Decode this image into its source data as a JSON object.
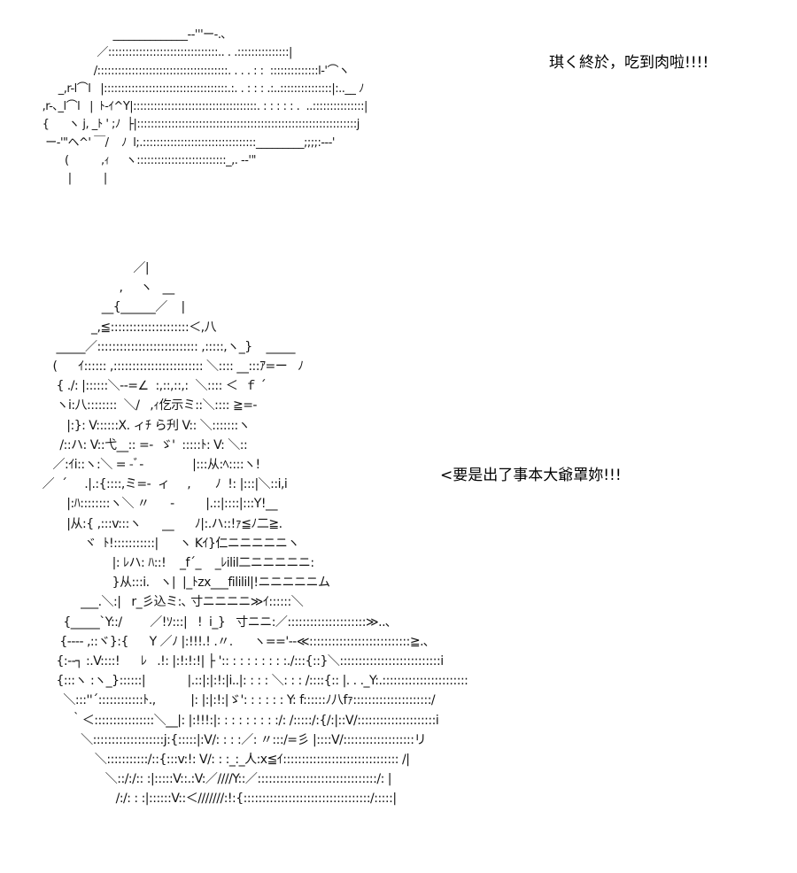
{
  "top_art": {
    "lines": [
      "                       ______________--'''ー-.､",
      "                  ／::::::::::::::::::::::::::::::::.. . .:::::::::::::::|  ",
      "                 /::::::::::::::::::::::::::::::::::::::. . . . : :  ::::::::::::::l-'⌒ヽ",
      "      _,r-l⌒l   |::::::::::::::::::::::::::::::::::::.:. . : : : .:..:::::::::::::::|:..__ ﾉ",
      " ,r-､_l⌒l   |  ﾄ-ｲ^Y|::::::::::::::::::::::::::::::::::::. : : : : : .  ..:::::::::::::::|",
      " {      ヽ j, _ﾄ ' ;ﾉ  ├|::::::::::::::::::::::::::::::::::::::::::::::::::::::::::::::::j",
      "  ー-'\"ヘ^' ￣/    ﾉ  l;.:::::::::::::::::::::::::::::::::_________;;;;:---'",
      "        (          ,ｨ     ヽ::::::::::::::::::::::::::_,. --'\"",
      "         |          |"
    ],
    "caption": "琪く終於，吃到肉啦!!!!"
  },
  "bottom_art": {
    "lines": [
      "                                 ／|",
      "                             ,     ヽ   __",
      "                        __{______／    |",
      "                     _,≦:::::::::::::::::::::＜,八",
      "           _____／::::::::::::::::::::::::::: ,:::::,ヽ_}    _____",
      "          (      ｲ:::::: ,:::::::::::::::::::::::: ＼:::: __:::ｱ=ー   ﾉ",
      "           { ./: |::::::＼--=∠  :,::,::,:  ＼:::: ＜  ｆ ´",
      "           ヽi:八::::::::  ＼/   ,ｨ仡示ミ::＼:::: ≧=-",
      "              |:}: V::::::X. ィﾁ ら刋 V:: ＼:::::::ヽ",
      "            /::ハ: V::弋__:: =-  ゞ'  :::::ﾄ: V: ＼::",
      "          ／:ｲi::ヽ:＼ = -ﾞ-              |:::从:ﾍ::::ヽ!",
      "       ／  ´     .|.:{::::,ミ=-  ィ     ,       ﾉ  !: |:::|＼::i,i",
      "              |:ﾊ::::::::ヽ＼ 〃      -         |.::|::::|:::Y!__",
      "              |从:{ ,:::v:::ヽ      __      ﾉ|:.ハ::!ｧ≦ﾉ二≧.",
      "                   ヾ  ﾄ!:::::::::::|      ヽ Kｲ}仁ニニニニニヽ",
      "                           |: ﾚハ: ﾊ::!    _f´_    _ﾚilil二ニニニニニ:",
      "                           }从:::i.   ヽ|  |_ﾄzx___fililil|!ニニニニニム",
      "                  ___.＼:|   r_彡込ミ:､ 寸ニニニニ≫ｲ::::::＼",
      "             {_____`Y::/        ／!ｿ:::|   !  i_}   寸ニニ:／:::::::::::::::::::::≫..､",
      "            {---- ,::ヾ}:{      Y ／ﾉ |:!!!.! .〃.      ヽ=='--≪:::::::::::::::::::::::::::≧.､",
      "           {:--┐ :.V::::!      ﾚ   .!: |:!:!:!| ├ ':: : : : : : : : :./:::{::}＼:::::::::::::::::::::::::::i",
      "           {:::ヽ :ヽ_}::::::|            |.::|:|:!:|i..|: : : : ＼: : : /::::{:: |. . ._Y:.:::::::::::::::::::::::",
      "             ＼:::''´::::::::::::ﾄ.,          |: |:|:!:|ゞ': : : : : : Y: f::::::ﾉ八fｧ:::::::::::::::::::::/",
      "               ｀＜::::::::::::::::＼__|: |:!!!:|: : : : : : : : :/: /:::::/:{/:|::V/:::::::::::::::::::::i",
      "                  ＼:::::::::::::::::::j:{:::::|:V/: : : :／: 〃:::/=彡 |::::V/:::::::::::::::::::リ",
      "                      ＼:::::::::::/::{:::v:!: V/: : :_:_人:x≦ｲ::::::::::::::::::::::::::::::: /|",
      "                         ＼::/:/:: :|:::::V::.:V:／////Y::／::::::::::::::::::::::::::::::::/: |",
      "                            /:/: : :|::::::V::＜///////:!:{::::::::::::::::::::::::::::::::::/:::::|"
    ],
    "caption": "<要是出了事本大爺罩妳!!!"
  }
}
